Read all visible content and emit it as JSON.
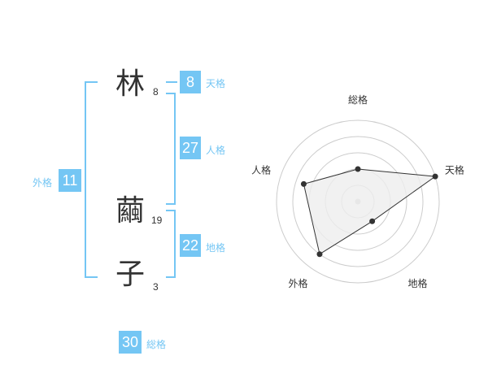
{
  "name": {
    "chars": [
      {
        "char": "林",
        "strokes": "8"
      },
      {
        "char": "繭",
        "strokes": "19"
      },
      {
        "char": "子",
        "strokes": "3"
      }
    ]
  },
  "kaku": {
    "tenkaku": {
      "label": "天格",
      "value": "8"
    },
    "jinkaku": {
      "label": "人格",
      "value": "27"
    },
    "chikaku": {
      "label": "地格",
      "value": "22"
    },
    "gaikaku": {
      "label": "外格",
      "value": "11"
    },
    "soukaku": {
      "label": "総格",
      "value": "30"
    }
  },
  "colors": {
    "accent": "#74c6f4",
    "text": "#333333",
    "ring": "#cccccc",
    "fill": "#eeeeee",
    "center_dot": "#cccccc"
  },
  "chart_data": {
    "type": "radar",
    "axes": [
      "総格",
      "天格",
      "地格",
      "外格",
      "人格"
    ],
    "values": [
      2,
      5,
      1.5,
      4,
      3.5
    ],
    "rmax": 5,
    "rings": [
      1,
      2,
      3,
      4,
      5
    ]
  }
}
